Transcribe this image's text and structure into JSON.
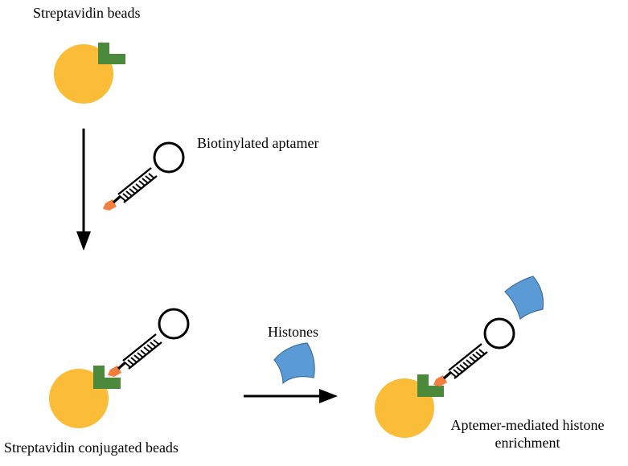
{
  "labels": {
    "streptavidin_beads": "Streptavidin beads",
    "biotinylated_aptamer": "Biotinylated aptamer",
    "streptavidin_conjugated_beads": "Streptavidin conjugated beads",
    "histones": "Histones",
    "enrichment_line1": "Aptemer-mediated histone",
    "enrichment_line2": "enrichment"
  },
  "colors": {
    "bead": "#FBBC37",
    "streptavidin": "#4A8A3A",
    "biotin": "#F47E3D",
    "histone": "#5B9BD5",
    "histone_stroke": "#3F6FA0",
    "aptamer": "#000000",
    "arrow": "#000000"
  }
}
